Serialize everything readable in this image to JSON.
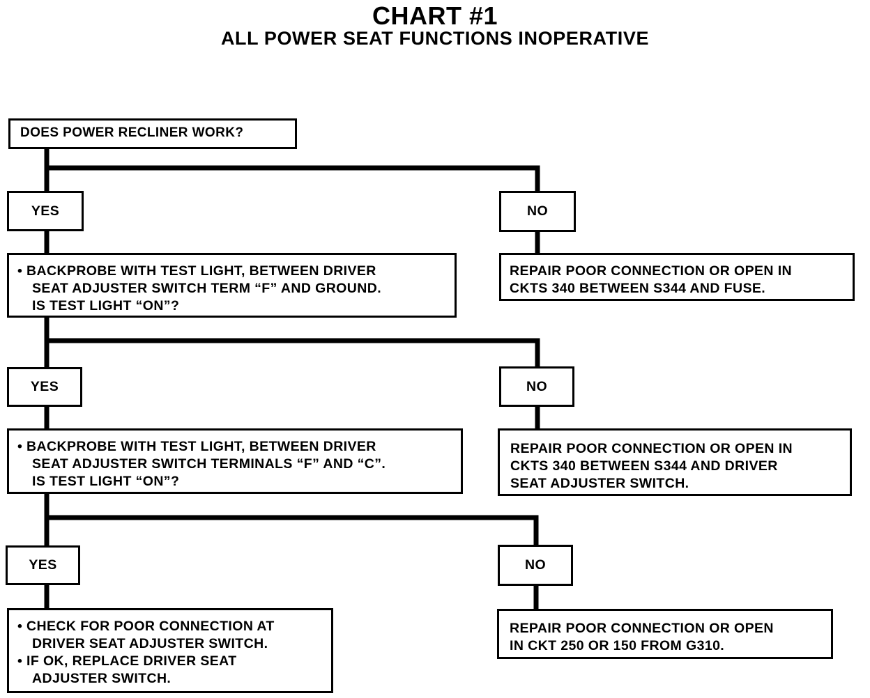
{
  "title": "CHART #1",
  "subtitle": "ALL POWER SEAT FUNCTIONS INOPERATIVE",
  "question": "DOES POWER RECLINER WORK?",
  "levels": [
    {
      "yes_label": "YES",
      "no_label": "NO",
      "yes_lines": [
        "• BACKPROBE WITH TEST LIGHT, BETWEEN DRIVER",
        "SEAT ADJUSTER SWITCH TERM “F” AND GROUND.",
        "IS TEST LIGHT “ON”?"
      ],
      "no_lines": [
        "REPAIR POOR CONNECTION OR OPEN IN",
        "CKTS 340 BETWEEN S344 AND FUSE."
      ]
    },
    {
      "yes_label": "YES",
      "no_label": "NO",
      "yes_lines": [
        "• BACKPROBE WITH TEST LIGHT, BETWEEN DRIVER",
        "SEAT ADJUSTER SWITCH TERMINALS “F” AND “C”.",
        "IS TEST LIGHT “ON”?"
      ],
      "no_lines": [
        "REPAIR POOR CONNECTION OR OPEN IN",
        "CKTS 340 BETWEEN S344 AND DRIVER",
        "SEAT ADJUSTER SWITCH."
      ]
    },
    {
      "yes_label": "YES",
      "no_label": "NO",
      "yes_lines": [
        "• CHECK FOR POOR CONNECTION AT",
        "DRIVER SEAT ADJUSTER SWITCH.",
        "• IF OK, REPLACE DRIVER SEAT",
        "ADJUSTER SWITCH."
      ],
      "no_lines": [
        "REPAIR POOR CONNECTION OR OPEN",
        "IN CKT 250 OR 150 FROM G310."
      ]
    }
  ]
}
